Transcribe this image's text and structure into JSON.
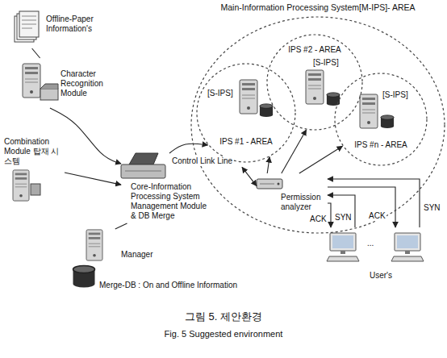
{
  "diagram": {
    "caption": "그림 5. 제안환경",
    "nodes": [
      {
        "text": [
          "Main-Information Processing System[M-IPS]- AREA"
        ]
      },
      {
        "text": [
          "[S-IPS]",
          "IPS #1 - AREA"
        ],
        "in": 0
      },
      {
        "text": [
          "IPS #2 - AREA",
          "[S-IPS]"
        ],
        "in": 0
      },
      {
        "text": [
          "[S-IPS]",
          "IPS #n - AREA"
        ],
        "in": 0
      },
      {
        "text": [
          "Offline-Paper Information's"
        ]
      },
      {
        "text": [
          "Character Recognition Module"
        ]
      },
      {
        "text": [
          "Combination Module 탑재 시스템"
        ]
      },
      {
        "text": [
          "Core-Information Processing System Management Module & DB Merge"
        ]
      },
      {
        "text": [
          "Manager"
        ]
      },
      {
        "text": [
          "Merge-DB : On and Offline Information"
        ]
      },
      {
        "text": [
          "Permission analyzer"
        ]
      },
      {
        "text": [
          "...",
          "User's"
        ]
      }
    ],
    "edges": [
      {
        "from": 4,
        "to": 5,
        "arrow": "none"
      },
      {
        "from": 5,
        "to": 7,
        "arrow": "to"
      },
      {
        "from": 6,
        "to": 7,
        "arrow": "to"
      },
      {
        "from": 7,
        "to": 1,
        "arrow": "to",
        "label": "Control Link Line"
      },
      {
        "from": 7,
        "to": 10,
        "arrow": "both"
      },
      {
        "from": 10,
        "to": 1,
        "arrow": "to"
      },
      {
        "from": 10,
        "to": 2,
        "arrow": "to"
      },
      {
        "from": 10,
        "to": 3,
        "arrow": "to"
      },
      {
        "from": 11,
        "to": 10,
        "arrow": "to",
        "label": "SYN"
      },
      {
        "from": 10,
        "to": 11,
        "arrow": "to",
        "label": "ACK"
      },
      {
        "from": 11,
        "to": 10,
        "arrow": "to",
        "label": "SYN"
      },
      {
        "from": 10,
        "to": 11,
        "arrow": "to",
        "label": "ACK"
      },
      {
        "from": 7,
        "to": 8,
        "arrow": "none"
      }
    ],
    "labels": [
      "Fig. 5 Suggested environment"
    ]
  }
}
